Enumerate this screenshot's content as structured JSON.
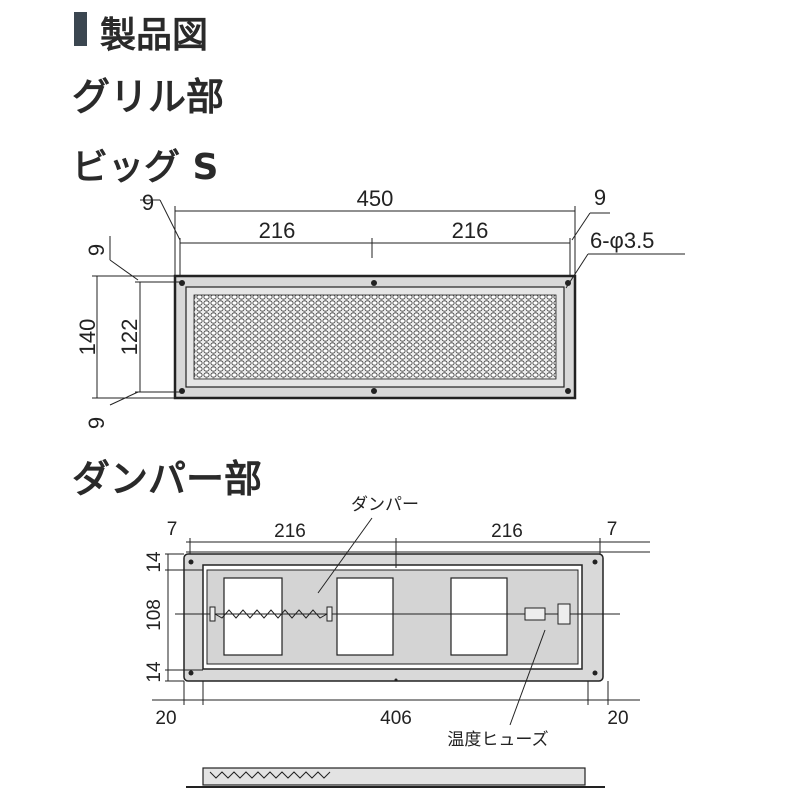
{
  "title": "製品図",
  "section_grille": "グリル部",
  "model": "ビッグ S",
  "section_damper": "ダンパー部",
  "grille_dims": {
    "total_width": "450",
    "half_left": "216",
    "half_right": "216",
    "edge_left": "9",
    "edge_right": "9",
    "holes": "6-φ3.5",
    "height_outer": "140",
    "height_inner": "122",
    "edge_top": "9",
    "edge_bottom": "9"
  },
  "damper_dims": {
    "half_left": "216",
    "half_right": "216",
    "edge_left": "7",
    "edge_right": "7",
    "top": "14",
    "middle": "108",
    "bottom": "14",
    "margin_left": "20",
    "margin_right": "20",
    "inner_width": "406"
  },
  "labels": {
    "damper": "ダンパー",
    "fuse": "温度ヒューズ"
  }
}
